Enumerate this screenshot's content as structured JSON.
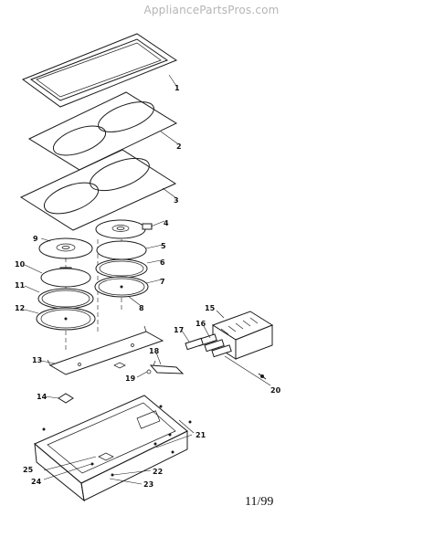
{
  "watermark": "AppliancePartsPros.com",
  "date_code": "11/99",
  "callouts": [
    "1",
    "2",
    "3",
    "4",
    "5",
    "6",
    "7",
    "8",
    "9",
    "10",
    "11",
    "12",
    "13",
    "14",
    "15",
    "16",
    "17",
    "18",
    "19",
    "20",
    "21",
    "22",
    "23",
    "24",
    "25"
  ]
}
